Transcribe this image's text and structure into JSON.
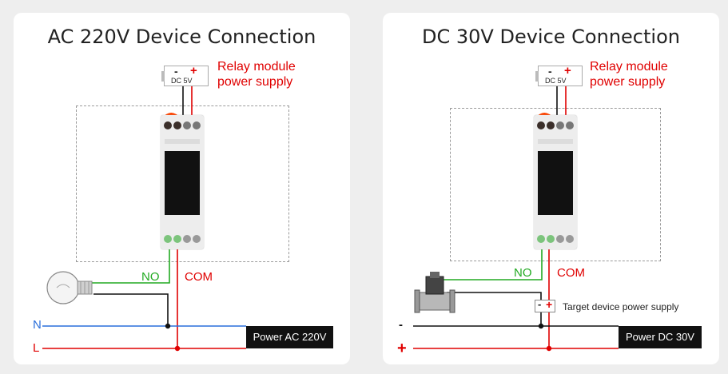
{
  "left": {
    "title": "AC 220V Device Connection",
    "psu_minus": "-",
    "psu_plus": "+",
    "psu_label": "DC 5V",
    "relay_label_1": "Relay module",
    "relay_label_2": "power supply",
    "no_label": "NO",
    "com_label": "COM",
    "n_label": "N",
    "l_label": "L",
    "power_label": "Power AC 220V",
    "device_icon": "light-bulb-icon"
  },
  "right": {
    "title": "DC 30V Device Connection",
    "psu_minus": "-",
    "psu_plus": "+",
    "psu_label": "DC 5V",
    "relay_label_1": "Relay module",
    "relay_label_2": "power supply",
    "no_label": "NO",
    "com_label": "COM",
    "minus_label": "-",
    "plus_label": "+",
    "power_label": "Power DC 30V",
    "target_minus": "-",
    "target_plus": "+",
    "target_label": "Target device power supply",
    "device_icon": "solenoid-valve-icon"
  },
  "colors": {
    "red_wire": "#e00000",
    "green_wire": "#22aa22",
    "blue_wire": "#2a6fdb",
    "black_wire": "#111111"
  }
}
